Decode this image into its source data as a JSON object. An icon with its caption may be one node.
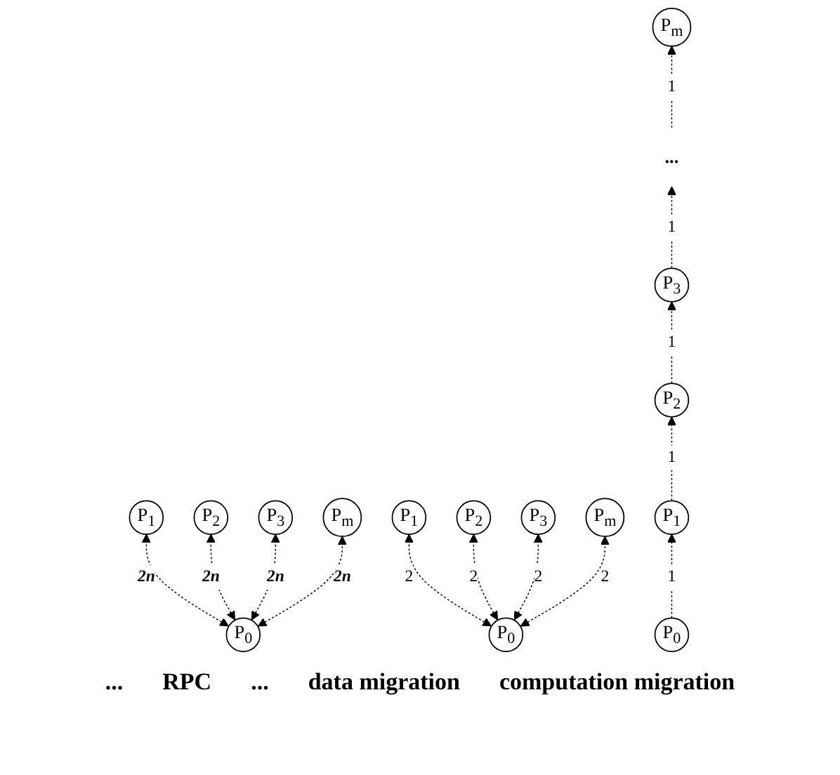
{
  "diagram": {
    "nodes": [
      {
        "text": [
          "P$_{1}$"
        ]
      },
      {
        "text": [
          "P$_{2}$"
        ]
      },
      {
        "text": [
          "P$_{3}$"
        ]
      },
      {
        "text": [
          "P$_{m}$"
        ]
      },
      {
        "text": [
          "P$_{0}$"
        ]
      },
      {
        "text": [
          "P$_{1}$"
        ]
      },
      {
        "text": [
          "P$_{2}$"
        ]
      },
      {
        "text": [
          "P$_{3}$"
        ]
      },
      {
        "text": [
          "P$_{m}$"
        ]
      },
      {
        "text": [
          "P$_{0}$"
        ]
      },
      {
        "text": [
          "P$_{0}$"
        ]
      },
      {
        "text": [
          "P$_{1}$"
        ]
      },
      {
        "text": [
          "P$_{2}$"
        ]
      },
      {
        "text": [
          "P$_{3}$"
        ]
      },
      {
        "text": [
          "..."
        ]
      },
      {
        "text": [
          "P$_{m}$"
        ]
      }
    ],
    "edges": [
      {
        "from": 4,
        "to": 0,
        "arrow": "both",
        "label": "2n",
        "style": "dashed"
      },
      {
        "from": 4,
        "to": 1,
        "arrow": "both",
        "label": "2n",
        "style": "dashed"
      },
      {
        "from": 4,
        "to": 2,
        "arrow": "both",
        "label": "2n",
        "style": "dashed"
      },
      {
        "from": 4,
        "to": 3,
        "arrow": "both",
        "label": "2n",
        "style": "dashed"
      },
      {
        "from": 9,
        "to": 5,
        "arrow": "both",
        "label": "2",
        "style": "dashed"
      },
      {
        "from": 9,
        "to": 6,
        "arrow": "both",
        "label": "2",
        "style": "dashed"
      },
      {
        "from": 9,
        "to": 7,
        "arrow": "both",
        "label": "2",
        "style": "dashed"
      },
      {
        "from": 9,
        "to": 8,
        "arrow": "both",
        "label": "2",
        "style": "dashed"
      },
      {
        "from": 10,
        "to": 11,
        "arrow": "to",
        "label": "1",
        "style": "dashed"
      },
      {
        "from": 11,
        "to": 12,
        "arrow": "to",
        "label": "1",
        "style": "dashed"
      },
      {
        "from": 12,
        "to": 13,
        "arrow": "to",
        "label": "1",
        "style": "dashed"
      },
      {
        "from": 13,
        "to": 14,
        "arrow": "to",
        "label": "1",
        "style": "dashed"
      },
      {
        "from": 14,
        "to": 15,
        "arrow": "to",
        "label": "1",
        "style": "dashed"
      }
    ],
    "labels": [
      "...",
      "RPC",
      "...",
      "data migration",
      "computation migration"
    ]
  }
}
